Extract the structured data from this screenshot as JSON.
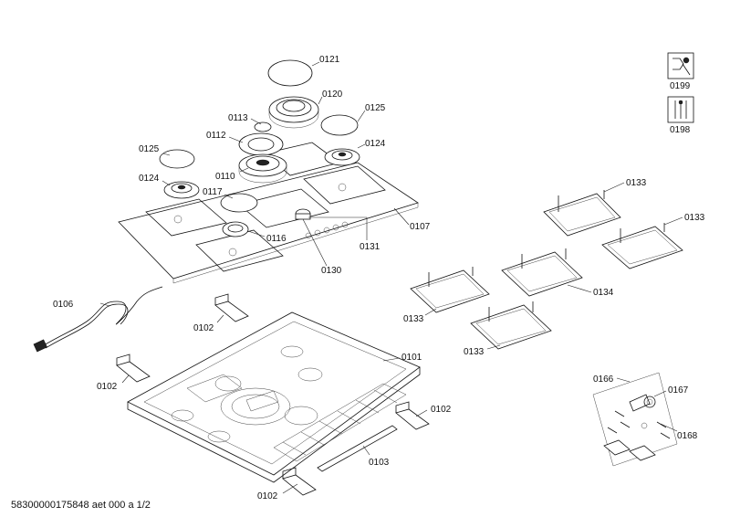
{
  "diagram": {
    "labels": {
      "p0121": "0121",
      "p0120": "0120",
      "p0125a": "0125",
      "p0113": "0113",
      "p0112": "0112",
      "p0124a": "0124",
      "p0125b": "0125",
      "p0110": "0110",
      "p0124b": "0124",
      "p0117": "0117",
      "p0107": "0107",
      "p0116": "0116",
      "p0131": "0131",
      "p0130": "0130",
      "p0106": "0106",
      "p0102a": "0102",
      "p0102b": "0102",
      "p0102c": "0102",
      "p0102d": "0102",
      "p0101": "0101",
      "p0103": "0103",
      "p0133a": "0133",
      "p0133b": "0133",
      "p0134": "0134",
      "p0133c": "0133",
      "p0133d": "0133",
      "p0166": "0166",
      "p0167": "0167",
      "p0168": "0168",
      "p0199": "0199",
      "p0198": "0198"
    },
    "icons": {
      "p0199": "wrench-icon",
      "p0198": "tools-icon"
    }
  },
  "footer": {
    "document_id": "58300000175848 aet 000 a 1/2"
  }
}
